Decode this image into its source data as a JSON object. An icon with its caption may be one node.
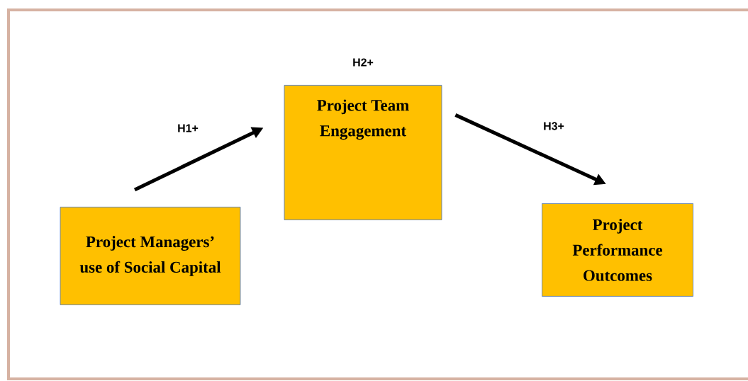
{
  "diagram": {
    "nodes": [
      {
        "text": [
          "Project Managers’ use of Social Capital"
        ]
      },
      {
        "text": [
          "Project Team Engagement"
        ]
      },
      {
        "text": [
          "Project Performance Outcomes"
        ]
      }
    ],
    "edges": [
      {
        "from": 0,
        "to": 1,
        "arrow": "to",
        "label": "H1+"
      },
      {
        "from": 1,
        "to": 2,
        "arrow": "to",
        "label": "H3+"
      }
    ],
    "labels": [
      "H2+"
    ]
  }
}
